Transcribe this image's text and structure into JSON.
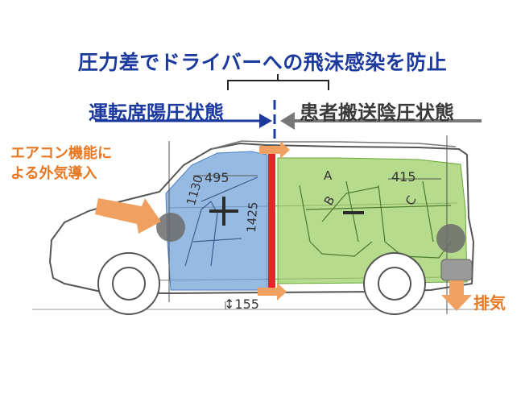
{
  "title": "圧力差でドライバーへの飛沫感染を防止",
  "zones": {
    "driver": {
      "label": "運転席陽圧状態",
      "pressure": "+",
      "color": "#6f9fd8"
    },
    "patient": {
      "label": "患者搬送陰圧状態",
      "pressure": "−",
      "color": "#9acd60"
    }
  },
  "annotations": {
    "aircon": [
      "エアコン機能に",
      "よる外気導入"
    ],
    "exhaust": "排気"
  },
  "dimensions": {
    "d495": "495",
    "d415": "415",
    "d1130": "1130",
    "d1425": "1425",
    "d155": "155"
  },
  "seats": {
    "a": "A",
    "b": "B",
    "c": "C"
  },
  "colors": {
    "title": "#1c3a9e",
    "arrow_blue": "#1c3a9e",
    "arrow_gray": "#777777",
    "partition": "#e8232a",
    "orange": "#f0a060",
    "orange_text": "#e87722"
  }
}
